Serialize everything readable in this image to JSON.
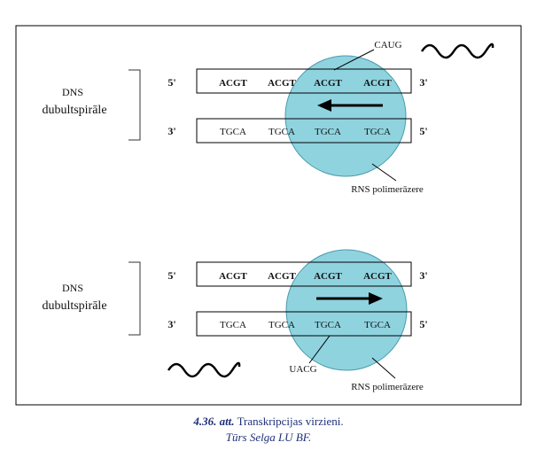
{
  "panels": [
    {
      "id": "top",
      "dns_label_line1": "DNS",
      "dns_label_line2": "dubultspirāle",
      "strand_top": {
        "left_end": "5'",
        "right_end": "3'",
        "codons": [
          "ACGT",
          "ACGT",
          "ACGT",
          "ACGT"
        ]
      },
      "strand_bottom": {
        "left_end": "3'",
        "right_end": "5'",
        "codons": [
          "TGCA",
          "TGCA",
          "TGCA",
          "TGCA"
        ]
      },
      "rna_label": "CAUG",
      "enzyme_label": "RNS polimerāzere",
      "direction": "left"
    },
    {
      "id": "bottom",
      "dns_label_line1": "DNS",
      "dns_label_line2": "dubultspirāle",
      "strand_top": {
        "left_end": "5'",
        "right_end": "3'",
        "codons": [
          "ACGT",
          "ACGT",
          "ACGT",
          "ACGT"
        ]
      },
      "strand_bottom": {
        "left_end": "3'",
        "right_end": "5'",
        "codons": [
          "TGCA",
          "TGCA",
          "TGCA",
          "TGCA"
        ]
      },
      "rna_label": "UACG",
      "enzyme_label": "RNS polimerāzere",
      "direction": "right"
    }
  ],
  "caption": {
    "number": "4.36. att.",
    "text": "Transkripcijas virzieni.",
    "credit": "Tūrs Selga LU BF."
  },
  "colors": {
    "enzyme_fill": "#8fd3df",
    "enzyme_stroke": "#4a9aad",
    "caption_text": "#1f2f7a"
  }
}
